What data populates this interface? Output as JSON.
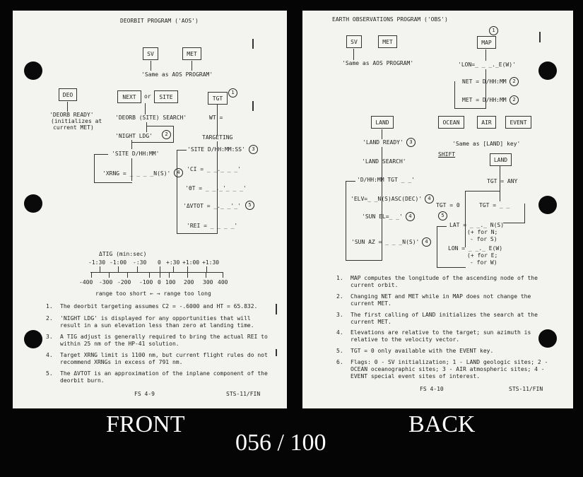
{
  "front": {
    "title": "DEORBIT PROGRAM ('AOS')",
    "keys": {
      "sv": "SV",
      "met": "MET",
      "deo": "DEO",
      "next": "NEXT",
      "or": "or",
      "site": "SITE",
      "tgt": "TGT"
    },
    "same_as": "'Same as AOS PROGRAM'",
    "deorb_ready": [
      "'DEORB READY'",
      "(initializes at",
      "current MET)"
    ],
    "deorb_search": "'DEORB (SITE) SEARCH'",
    "night_ldg": "'NIGHT LDG'",
    "site_dhhmm": "'SITE D/HH:MM'",
    "xrng": "'XRNG = _ _ _ _N(S)'",
    "wt": "WT =",
    "targeting": "TARGETING",
    "site_dhhmmss": "'SITE D/HH:MM:SS'",
    "ci": "'CI = _ _._ _ _'",
    "theta_t": "'θT = _ _._'_ _ _'",
    "dvtot": "'ΔVTOT = _._ _'_'",
    "rei": "'REI = _ _ _ _'",
    "circles": [
      "1",
      "2",
      "3",
      "4",
      "5"
    ],
    "scale": {
      "title": "ΔTIG (min:sec)",
      "top": [
        "-1:30",
        "-1:00",
        "-:30",
        "0",
        "+:30",
        "+1:00",
        "+1:30"
      ],
      "bottom": [
        "-400",
        "-300",
        "-200",
        "-100",
        "0",
        "100",
        "200",
        "300",
        "400"
      ],
      "caption": "range too short ← → range too long"
    },
    "notes": [
      {
        "n": "1.",
        "text": "The deorbit targeting assumes C2 = -.6000 and HT = 65.832."
      },
      {
        "n": "2.",
        "text": "'NIGHT LDG' is displayed for any opportunities that will result in a sun elevation less than zero at landing time."
      },
      {
        "n": "3.",
        "text": "A TIG adjust is generally required to bring the actual REI to within 25 nm of the HP-41 solution."
      },
      {
        "n": "4.",
        "text": "Target XRNG limit is 1100 nm, but current flight rules do not recommend XRNGs in excess of 791 nm."
      },
      {
        "n": "5.",
        "text": "The ΔVTOT is an approximation of the inplane component of the deorbit burn."
      }
    ],
    "page": "FS 4-9",
    "doc": "STS-11/FIN"
  },
  "back": {
    "title": "EARTH OBSERVATIONS PROGRAM ('OBS')",
    "keys": {
      "sv": "SV",
      "met": "MET",
      "map": "MAP",
      "land": "LAND",
      "ocean": "OCEAN",
      "air": "AIR",
      "event": "EVENT",
      "shift": "SHIFT",
      "land2": "LAND"
    },
    "same_as": "'Same as AOS PROGRAM'",
    "lon": "'LON=_ _ _._E(W)'",
    "net": "NET = D/HH:MM",
    "met_line": "MET = D/HH:MM",
    "land_ready": "'LAND READY'",
    "same_land": "'Same as [LAND] key'",
    "land_search": "'LAND SEARCH'",
    "dhhmm_tgt": "'D/HH:MM TGT _ _'",
    "elv": "'ELV=_ _N(S)ASC(DEC)'",
    "sun_el": "'SUN EL=_ _'",
    "sun_az": "'SUN AZ = _ _ _N(S)'",
    "tgt_any": "TGT = ANY",
    "tgt_0": "TGT = 0",
    "tgt_blank": "TGT = _ _",
    "lat": "LAT = _ _._ N(S)",
    "lat_note": [
      "(+ for N;",
      "- for S)"
    ],
    "lon2": "LON = _ _._ E(W)",
    "lon_note": [
      "(+ for E;",
      "- for W)"
    ],
    "circles": [
      "1",
      "2",
      "2",
      "3",
      "4",
      "4",
      "4",
      "5"
    ],
    "notes": [
      {
        "n": "1.",
        "text": "MAP computes the longitude of the ascending node of the current orbit."
      },
      {
        "n": "2.",
        "text": "Changing NET and MET while in MAP does not change the current MET."
      },
      {
        "n": "3.",
        "text": "The first calling of LAND initializes the search at the current MET."
      },
      {
        "n": "4.",
        "text": "Elevations are relative to the target; sun azimuth is relative to the velocity vector."
      },
      {
        "n": "5.",
        "text": "TGT = 0 only available with the EVENT key."
      },
      {
        "n": "6.",
        "text": "Flags: 0 - SV initialization; 1 - LAND geologic sites; 2 - OCEAN oceanographic sites; 3 - AIR atmospheric sites; 4 - EVENT special event sites of interest."
      }
    ],
    "page": "FS 4-10",
    "doc": "STS-11/FIN"
  },
  "captions": {
    "front": "FRONT",
    "back": "BACK",
    "counter": "056 / 100"
  }
}
